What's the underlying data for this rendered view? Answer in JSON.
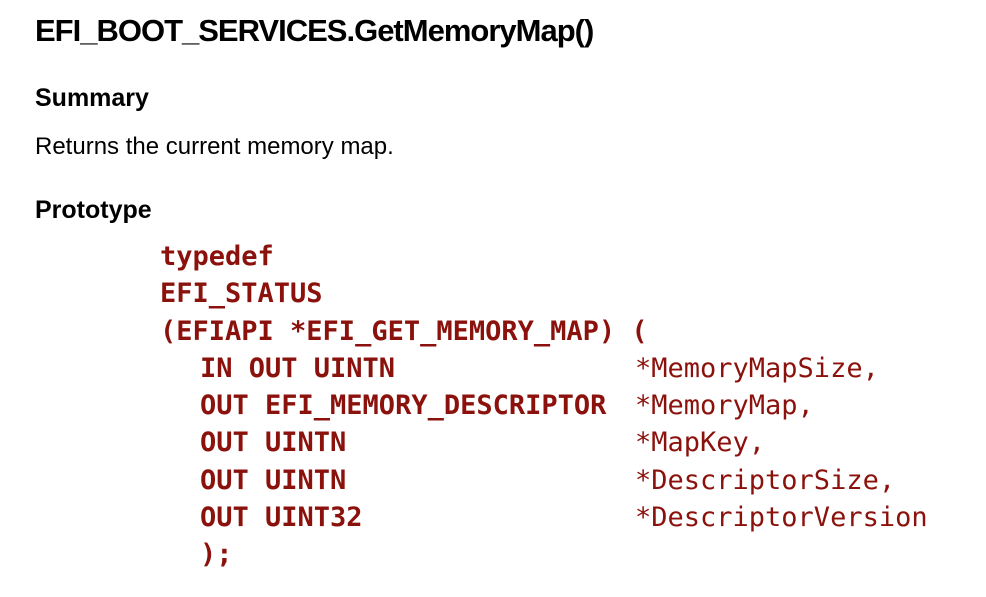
{
  "page": {
    "title": "EFI_BOOT_SERVICES.GetMemoryMap()",
    "summary": {
      "heading": "Summary",
      "text": "Returns the current memory map."
    },
    "prototype": {
      "heading": "Prototype"
    }
  },
  "prototype_code": {
    "lines": [
      {
        "keyword": "typedef",
        "param": ""
      },
      {
        "keyword": "EFI_STATUS",
        "param": ""
      },
      {
        "keyword": "(EFIAPI *EFI_GET_MEMORY_MAP) (",
        "param": ""
      },
      {
        "keyword": "IN OUT UINTN",
        "param": "*MemoryMapSize,"
      },
      {
        "keyword": "OUT EFI_MEMORY_DESCRIPTOR",
        "param": "*MemoryMap,"
      },
      {
        "keyword": "OUT UINTN",
        "param": "*MapKey,"
      },
      {
        "keyword": "OUT UINTN",
        "param": "*DescriptorSize,"
      },
      {
        "keyword": "OUT UINT32",
        "param": "*DescriptorVersion"
      },
      {
        "keyword": ");",
        "param": ""
      }
    ]
  },
  "colors": {
    "background": "#FFFFFF",
    "text": "#000000",
    "code_text": "#8B120C"
  }
}
